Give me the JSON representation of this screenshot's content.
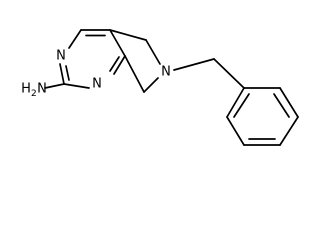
{
  "structure": {
    "atoms": {
      "n1": "N",
      "n3": "N",
      "n6": "N",
      "amine_n": "N",
      "amine_h": "H",
      "amine_h_count": "2"
    },
    "colors": {
      "bond": "#000000",
      "label": "#000000",
      "background": "#ffffff"
    }
  }
}
